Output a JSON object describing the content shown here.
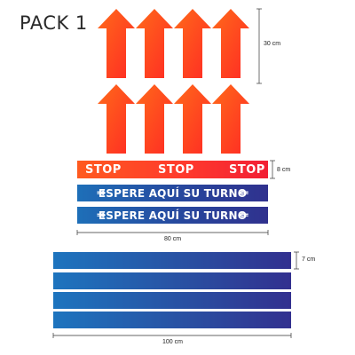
{
  "title": "PACK 1",
  "stop": {
    "labels": [
      "STOP",
      "STOP",
      "STOP"
    ]
  },
  "turn_sign": {
    "text": "ESPERE AQUÍ SU TURNO",
    "left_icon": "arrow-right-dashed-icon",
    "right_icon": "arrow-left-dashed-icon",
    "count": 2
  },
  "arrows": {
    "count": 8,
    "icon": "arrow-up-icon",
    "color": "#ff3b1f"
  },
  "bars": {
    "count": 4
  },
  "dimensions": {
    "arrow_height": "30 cm",
    "strip_height": "8 cm",
    "strip_width": "80 cm",
    "bar_height": "7 cm",
    "bar_width": "100 cm"
  },
  "colors": {
    "orange": "#ff4a1f",
    "red": "#f21f35",
    "blue": "#1e6fb8",
    "navy": "#30318e"
  }
}
